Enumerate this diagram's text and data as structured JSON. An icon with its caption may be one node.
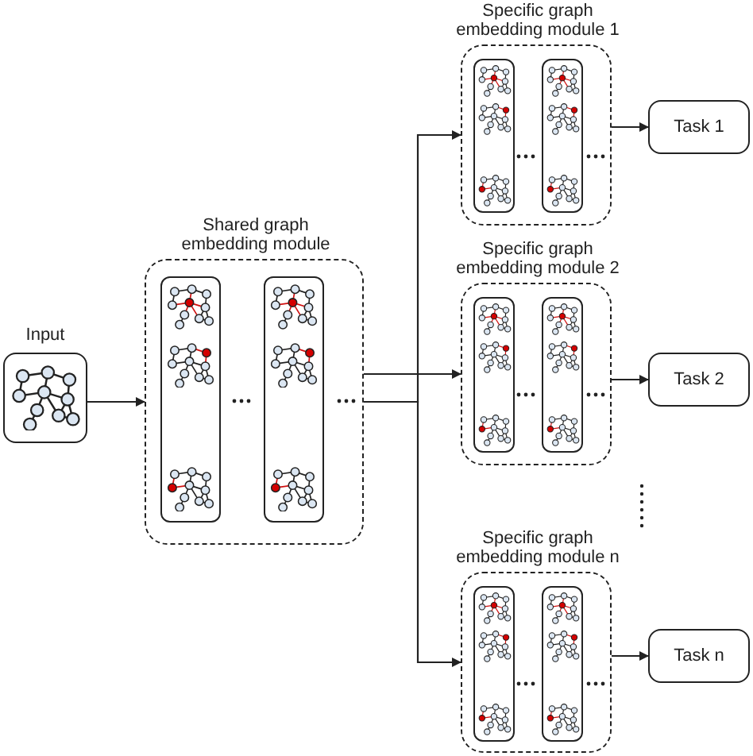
{
  "diagram": {
    "nodes": [
      {
        "text": [
          "Input"
        ]
      },
      {
        "text": [
          "Shared graph embedding module"
        ]
      },
      {
        "text": [],
        "shape": "box",
        "in": 1
      },
      {
        "text": [],
        "shape": "box",
        "in": 1
      },
      {
        "text": [
          "Specific graph embedding module 1"
        ]
      },
      {
        "text": [],
        "shape": "box",
        "in": 4
      },
      {
        "text": [],
        "shape": "box",
        "in": 4
      },
      {
        "text": [
          "Specific graph embedding module 2"
        ]
      },
      {
        "text": [],
        "shape": "box",
        "in": 7
      },
      {
        "text": [],
        "shape": "box",
        "in": 7
      },
      {
        "text": [
          "Specific graph embedding module n"
        ]
      },
      {
        "text": [],
        "shape": "box",
        "in": 10
      },
      {
        "text": [],
        "shape": "box",
        "in": 10
      },
      {
        "text": [
          "Task 1"
        ]
      },
      {
        "text": [
          "Task 2"
        ]
      },
      {
        "text": [
          "Task n"
        ]
      }
    ],
    "edges": [
      {
        "from": 0,
        "to": 1,
        "arrow": "to"
      },
      {
        "from": 1,
        "to": 4,
        "arrow": "to"
      },
      {
        "from": 1,
        "to": 7,
        "arrow": "to"
      },
      {
        "from": 1,
        "to": 10,
        "arrow": "to"
      },
      {
        "from": 4,
        "to": 13,
        "arrow": "to"
      },
      {
        "from": 7,
        "to": 14,
        "arrow": "to"
      },
      {
        "from": 10,
        "to": 15,
        "arrow": "to"
      }
    ]
  }
}
